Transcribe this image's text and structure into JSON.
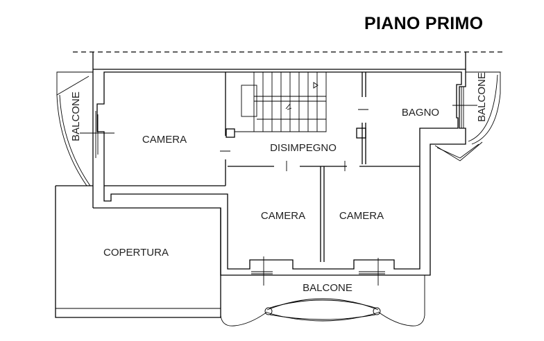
{
  "title": "PIANO PRIMO",
  "rooms": {
    "camera_left": "CAMERA",
    "disimpegno": "DISIMPEGNO",
    "bagno": "BAGNO",
    "camera_mid": "CAMERA",
    "camera_right": "CAMERA",
    "copertura": "COPERTURA",
    "balcone_left": "BALCONE",
    "balcone_right": "BALCONE",
    "balcone_bottom": "BALCONE"
  }
}
